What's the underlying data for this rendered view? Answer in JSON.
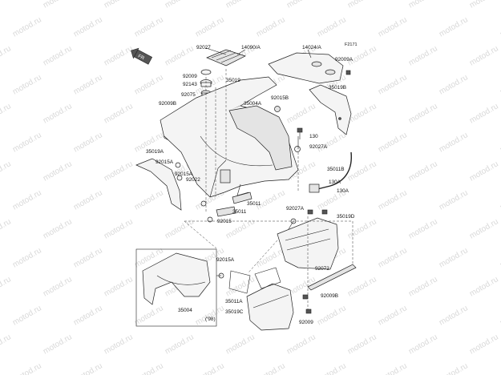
{
  "figure_code": "F2171",
  "watermark_text": "motod.ru",
  "labels": {
    "p92027": "92027",
    "p14090A": "14090/A",
    "p14024A": "14024/A",
    "p92009A": "92009A",
    "p92009_top": "92009",
    "p92143": "92143",
    "p35019": "35019",
    "p35019B": "35019B",
    "p92075": "92075",
    "p92009B_left": "92009B",
    "p35004A": "35004A",
    "p92015B": "92015B",
    "p130_top": "130",
    "p92027A": "92027A",
    "p35019A": "35019A",
    "p92015A_left": "92015A",
    "p92015A_mid": "92015A",
    "p92022": "92022",
    "p35011B": "35011B",
    "p130A_a": "130A",
    "p130A_b": "130A",
    "p35011_a": "35011",
    "p35011_b": "35011",
    "p92015": "92015",
    "p92027A_b": "92027A",
    "p35019D": "35019D",
    "p92015A_bottom": "92015A",
    "p92072": "92072",
    "p35011A": "35011A",
    "p92009B_right": "92009B",
    "p35004": "35004",
    "p35019C": "35019C",
    "p92009_bottom": "92009",
    "p_year": "('98)"
  },
  "icons": {
    "front_arrow": "front-direction-arrow-icon"
  }
}
